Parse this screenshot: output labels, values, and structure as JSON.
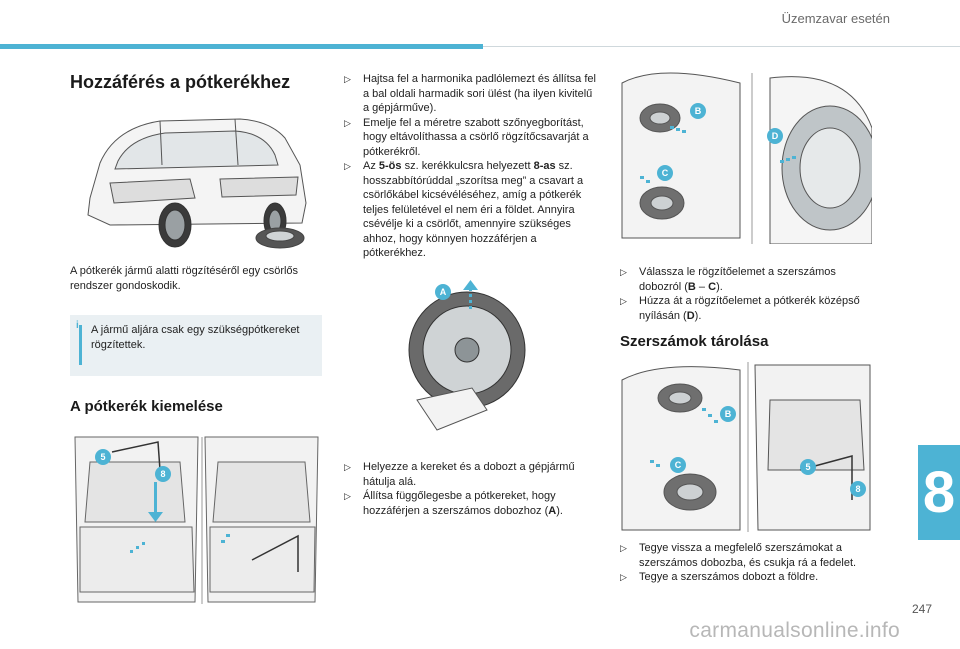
{
  "header": {
    "section_title": "Üzemzavar esetén"
  },
  "chapter": {
    "number": "8"
  },
  "page": {
    "number": "247"
  },
  "watermark": "carmanualsonline.info",
  "colors": {
    "accent": "#4db3d4",
    "note_bg": "#eaf0f3"
  },
  "col1": {
    "title": "Hozzáférés a pótkerékhez",
    "intro": "A pótkerék jármű alatti rögzítéséről egy csörlős rendszer gondoskodik.",
    "note": "A jármű aljára csak egy szükségpótkereket rögzítettek.",
    "subtitle": "A pótkerék kiemelése",
    "figure_labels": {
      "five": "5",
      "eight": "8"
    }
  },
  "col2": {
    "steps_top": [
      {
        "text": "Hajtsa fel a harmonika padlólemezt és állítsa fel a bal oldali harmadik sori ülést (ha ilyen kivitelű a gépjárműve)."
      },
      {
        "text": "Emelje fel a méretre szabott szőnyegborítást, hogy eltávolíthassa a csörlő rögzítőcsavarját a pótkerékről."
      },
      {
        "pre": "Az ",
        "b1": "5-ös",
        "mid": " sz. kerékkulcsra helyezett ",
        "b2": "8-as",
        "post": " sz. hosszabbítórúddal „szorítsa meg” a csavart a csörlőkábel kicsévéléséhez, amíg a pótkerék teljes felületével el nem éri a földet. Annyira csévélje ki a csörlőt, amennyire szükséges ahhoz, hogy könnyen hozzáférjen a pótkerékhez."
      }
    ],
    "figure_label_a": "A",
    "steps_bottom": [
      {
        "text": "Helyezze a kereket és a dobozt a gépjármű hátulja alá."
      },
      {
        "pre": "Állítsa függőlegesbe a pótkereket, hogy hozzáférjen a szerszámos dobozhoz (",
        "b1": "A",
        "post": ")."
      }
    ]
  },
  "col3": {
    "figure_labels": {
      "b": "B",
      "c": "C",
      "d": "D"
    },
    "steps_top": [
      {
        "pre": "Válassza le rögzítőelemet a szerszámos dobozról (",
        "b1": "B",
        "mid": " – ",
        "b2": "C",
        "post": ")."
      },
      {
        "pre": "Húzza át a rögzítőelemet a pótkerék középső nyílásán (",
        "b1": "D",
        "post": ")."
      }
    ],
    "subtitle": "Szerszámok tárolása",
    "figure2_labels": {
      "b": "B",
      "c": "C",
      "five": "5",
      "eight": "8"
    },
    "steps_bottom": [
      {
        "text": "Tegye vissza a megfelelő szerszámokat a szerszámos dobozba, és csukja rá a fedelet."
      },
      {
        "text": "Tegye a szerszámos dobozt a földre."
      }
    ]
  }
}
